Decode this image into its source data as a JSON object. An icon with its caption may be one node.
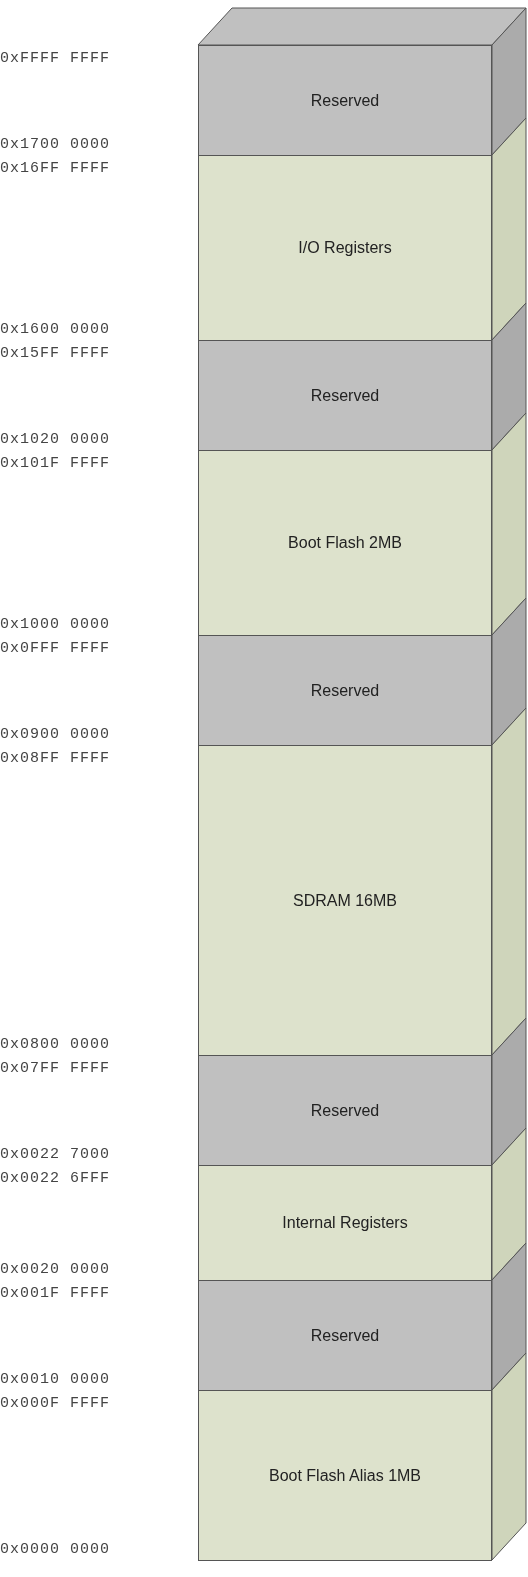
{
  "diagram": {
    "nodes": [
      {
        "text": [
          "Reserved"
        ]
      },
      {
        "text": [
          "I/O Registers"
        ]
      },
      {
        "text": [
          "Reserved"
        ]
      },
      {
        "text": [
          "Boot Flash 2MB"
        ]
      },
      {
        "text": [
          "Reserved"
        ]
      },
      {
        "text": [
          "SDRAM 16MB"
        ]
      },
      {
        "text": [
          "Reserved"
        ]
      },
      {
        "text": [
          "Internal Registers"
        ]
      },
      {
        "text": [
          "Reserved"
        ]
      },
      {
        "text": [
          "Boot Flash Alias 1MB"
        ]
      }
    ],
    "labels": [
      "0xFFFF FFFF",
      "0x1700 0000",
      "0x16FF FFFF",
      "0x1600 0000",
      "0x15FF FFFF",
      "0x1020 0000",
      "0x101F FFFF",
      "0x1000 0000",
      "0x0FFF FFFF",
      "0x0900 0000",
      "0x08FF FFFF",
      "0x0800 0000",
      "0x07FF FFFF",
      "0x0022 7000",
      "0x0022 6FFF",
      "0x0020 0000",
      "0x001F FFFF",
      "0x0010 0000",
      "0x000F FFFF",
      "0x0000 0000"
    ]
  }
}
